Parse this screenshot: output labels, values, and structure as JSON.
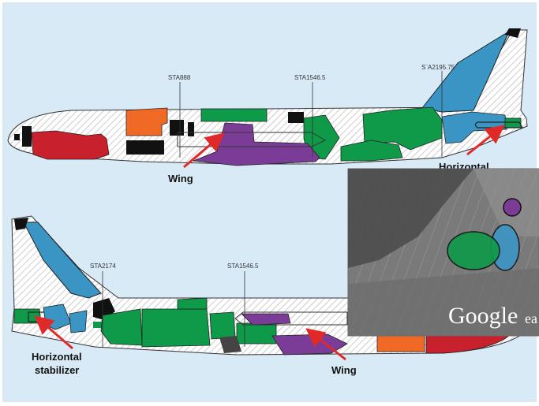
{
  "colors": {
    "background": "#d9eaf7",
    "hatch": "#b8b8b8",
    "red": "#c8202c",
    "orange": "#f06a25",
    "green": "#0e9a49",
    "blue": "#3b95c4",
    "purple": "#7b3c98",
    "black": "#111111",
    "arrow": "#e02a2a",
    "photo_dark": "#4a4a4a"
  },
  "top_aircraft": {
    "station_labels": [
      "STA888",
      "STA1546.5",
      "S¨A2195.75"
    ],
    "callouts": {
      "wing": "Wing",
      "stabilizer": "Horizontal"
    }
  },
  "bottom_aircraft": {
    "station_labels": [
      "STA2174",
      "STA1546.5"
    ],
    "callouts": {
      "stabilizer_line1": "Horizontal",
      "stabilizer_line2": "stabilizer",
      "wing": "Wing"
    }
  },
  "inset_photo": {
    "watermark": "Google",
    "watermark_suffix": "ea",
    "icons": [
      "green-debris-ellipse",
      "blue-debris-ellipse",
      "purple-debris-circle"
    ]
  }
}
